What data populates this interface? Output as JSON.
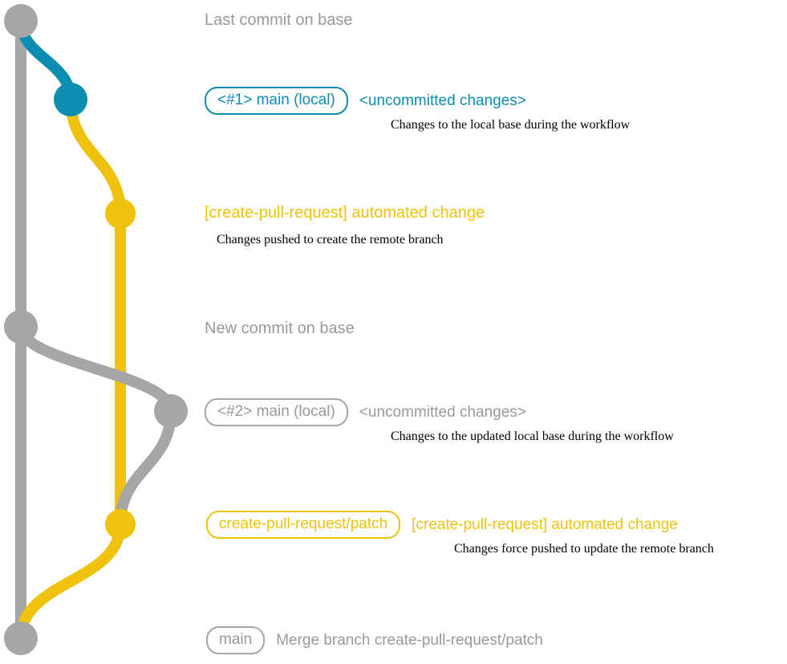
{
  "diagram": {
    "title": "git commit graph for create-pull-request workflow",
    "colors": {
      "base_grey": "#a6a6a6",
      "text_grey": "#999999",
      "local_blue": "#0d8daf",
      "patch_yellow": "#eec20d",
      "note_black": "#000000",
      "background": "#ffffff"
    }
  },
  "entries": [
    {
      "id": "last-commit-on-base",
      "node_color": "#a6a6a6",
      "badge": null,
      "subject": "Last commit on base",
      "subject_color": "grey",
      "note": null
    },
    {
      "id": "local-commit-1",
      "node_color": "#0d8daf",
      "badge": "<#1> main (local)",
      "badge_color": "blue",
      "subject": "<uncommitted changes>",
      "subject_color": "blue",
      "note": "Changes to the local base during the workflow"
    },
    {
      "id": "automated-change-1",
      "node_color": "#eec20d",
      "badge": null,
      "subject": "[create-pull-request] automated change",
      "subject_color": "yellow",
      "note": "Changes pushed to create the remote branch"
    },
    {
      "id": "new-commit-on-base",
      "node_color": "#a6a6a6",
      "badge": null,
      "subject": "New commit on base",
      "subject_color": "grey",
      "note": null
    },
    {
      "id": "local-commit-2",
      "node_color": "#a6a6a6",
      "badge": "<#2> main (local)",
      "badge_color": "grey",
      "subject": "<uncommitted changes>",
      "subject_color": "grey",
      "note": "Changes to the updated local base during the workflow"
    },
    {
      "id": "automated-change-2",
      "node_color": "#eec20d",
      "badge": "create-pull-request/patch",
      "badge_color": "yellow",
      "subject": "[create-pull-request] automated change",
      "subject_color": "yellow",
      "note": "Changes force pushed to update the remote branch"
    },
    {
      "id": "merge-commit",
      "node_color": "#a6a6a6",
      "badge": "main",
      "badge_color": "grey",
      "subject": "Merge branch create-pull-request/patch",
      "subject_color": "grey",
      "note": null
    }
  ],
  "labels": {
    "last_commit_on_base": "Last commit on base",
    "new_commit_on_base": "New commit on base",
    "badge_local_1": "<#1> main (local)",
    "badge_local_2": "<#2> main (local)",
    "badge_patch": "create-pull-request/patch",
    "badge_main": "main",
    "subject_uncommitted_1": "<uncommitted changes>",
    "subject_uncommitted_2": "<uncommitted changes>",
    "subject_automated_1": "[create-pull-request] automated change",
    "subject_automated_2": "[create-pull-request] automated change",
    "subject_merge": "Merge branch create-pull-request/patch",
    "note_local_1": "Changes to the local base during the workflow",
    "note_automated_1": "Changes pushed to create the remote branch",
    "note_local_2": "Changes to the updated local base during the workflow",
    "note_automated_2": "Changes force pushed to update the remote branch"
  }
}
